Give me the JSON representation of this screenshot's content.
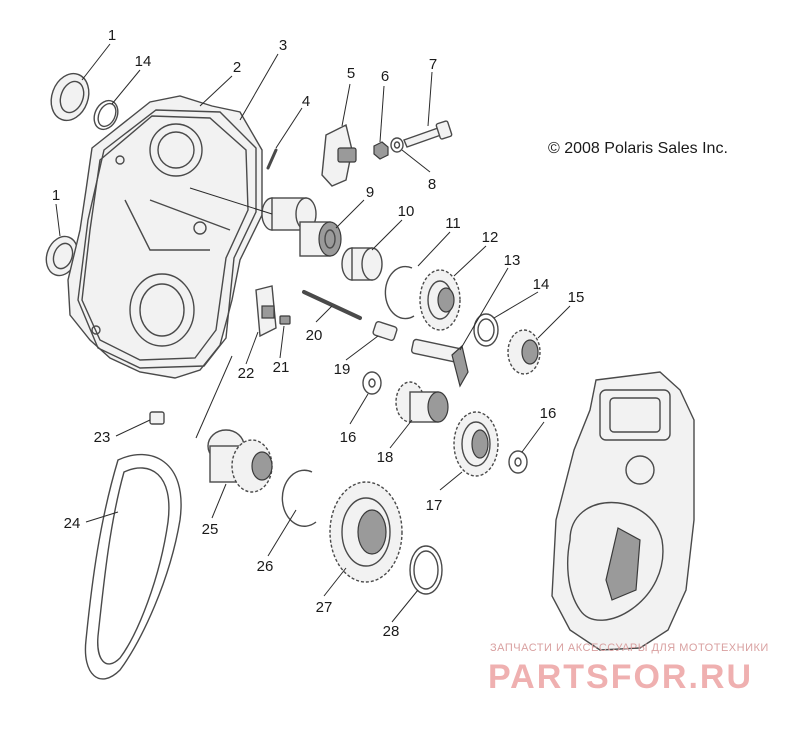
{
  "copyright": "© 2008 Polaris Sales Inc.",
  "watermark": {
    "subtitle": "ЗАПЧАСТИ И АКСЕССУАРЫ ДЛЯ МОТОТЕХНИКИ",
    "brand": "PARTSFOR.RU"
  },
  "callouts": [
    {
      "id": "c1a",
      "label": "1"
    },
    {
      "id": "c14a",
      "label": "14"
    },
    {
      "id": "c2",
      "label": "2"
    },
    {
      "id": "c3",
      "label": "3"
    },
    {
      "id": "c4",
      "label": "4"
    },
    {
      "id": "c5",
      "label": "5"
    },
    {
      "id": "c6",
      "label": "6"
    },
    {
      "id": "c7",
      "label": "7"
    },
    {
      "id": "c8",
      "label": "8"
    },
    {
      "id": "c1b",
      "label": "1"
    },
    {
      "id": "c9",
      "label": "9"
    },
    {
      "id": "c10",
      "label": "10"
    },
    {
      "id": "c11",
      "label": "11"
    },
    {
      "id": "c12",
      "label": "12"
    },
    {
      "id": "c13",
      "label": "13"
    },
    {
      "id": "c14b",
      "label": "14"
    },
    {
      "id": "c15",
      "label": "15"
    },
    {
      "id": "c20",
      "label": "20"
    },
    {
      "id": "c22",
      "label": "22"
    },
    {
      "id": "c21",
      "label": "21"
    },
    {
      "id": "c19",
      "label": "19"
    },
    {
      "id": "c16a",
      "label": "16"
    },
    {
      "id": "c16b",
      "label": "16"
    },
    {
      "id": "c18",
      "label": "18"
    },
    {
      "id": "c17",
      "label": "17"
    },
    {
      "id": "c23",
      "label": "23"
    },
    {
      "id": "c24",
      "label": "24"
    },
    {
      "id": "c25",
      "label": "25"
    },
    {
      "id": "c26",
      "label": "26"
    },
    {
      "id": "c27",
      "label": "27"
    },
    {
      "id": "c28",
      "label": "28"
    }
  ]
}
